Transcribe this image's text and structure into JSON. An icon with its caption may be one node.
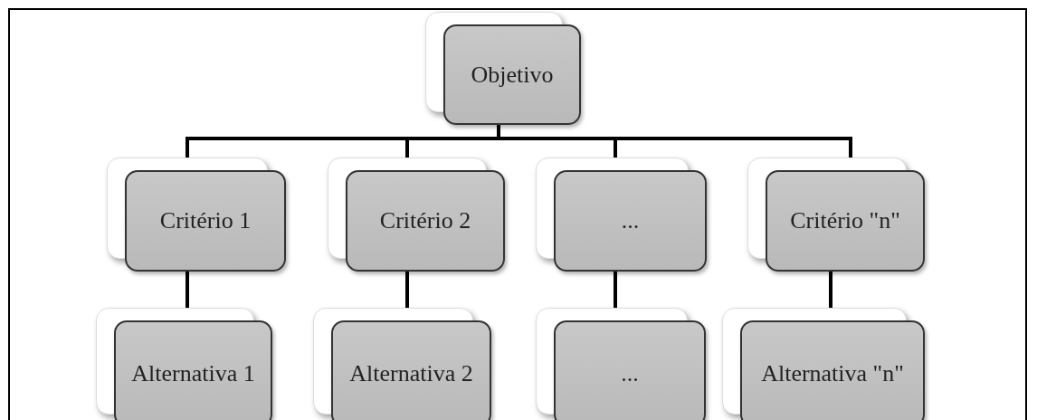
{
  "diagram": {
    "nodes": [
      {
        "text": [
          "Objetivo"
        ]
      },
      {
        "text": [
          "Critério 1"
        ]
      },
      {
        "text": [
          "Critério 2"
        ]
      },
      {
        "text": [
          "..."
        ]
      },
      {
        "text": [
          "Critério \"n\""
        ]
      },
      {
        "text": [
          "Alternativa 1"
        ]
      },
      {
        "text": [
          "Alternativa 2"
        ]
      },
      {
        "text": [
          "..."
        ]
      },
      {
        "text": [
          "Alternativa \"n\""
        ]
      }
    ],
    "edges": [
      {
        "from": 0,
        "to": 1,
        "arrow": "none"
      },
      {
        "from": 0,
        "to": 2,
        "arrow": "none"
      },
      {
        "from": 0,
        "to": 3,
        "arrow": "none"
      },
      {
        "from": 0,
        "to": 4,
        "arrow": "none"
      },
      {
        "from": 1,
        "to": 5,
        "arrow": "none"
      },
      {
        "from": 2,
        "to": 6,
        "arrow": "none"
      },
      {
        "from": 3,
        "to": 7,
        "arrow": "none"
      },
      {
        "from": 4,
        "to": 8,
        "arrow": "none"
      }
    ]
  }
}
